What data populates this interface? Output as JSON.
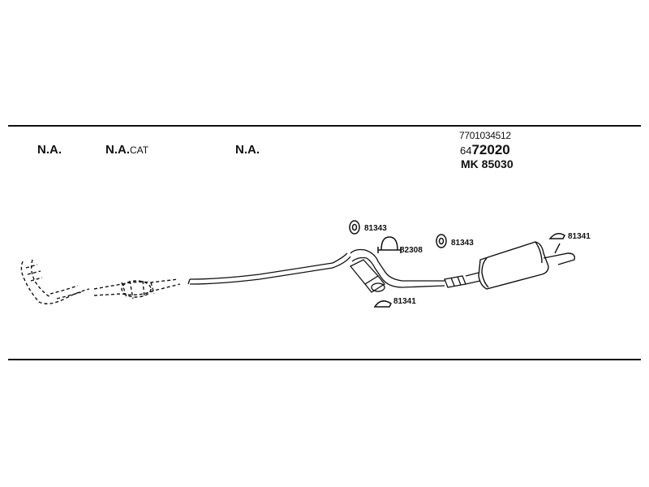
{
  "headers": {
    "na_1": "N.A.",
    "na_2_main": "N.A.",
    "na_2_suffix": "CAT",
    "na_3": "N.A."
  },
  "codes": {
    "oem_number": "7701034512",
    "code_prefix": "64",
    "code_main": "72020",
    "mk_label": "MK",
    "mk_number": "85030"
  },
  "refs": {
    "hanger_left": "81343",
    "clamp": "82308",
    "hanger_mid": "81343",
    "rubber_right": "81341",
    "rubber_bottom": "81341"
  }
}
